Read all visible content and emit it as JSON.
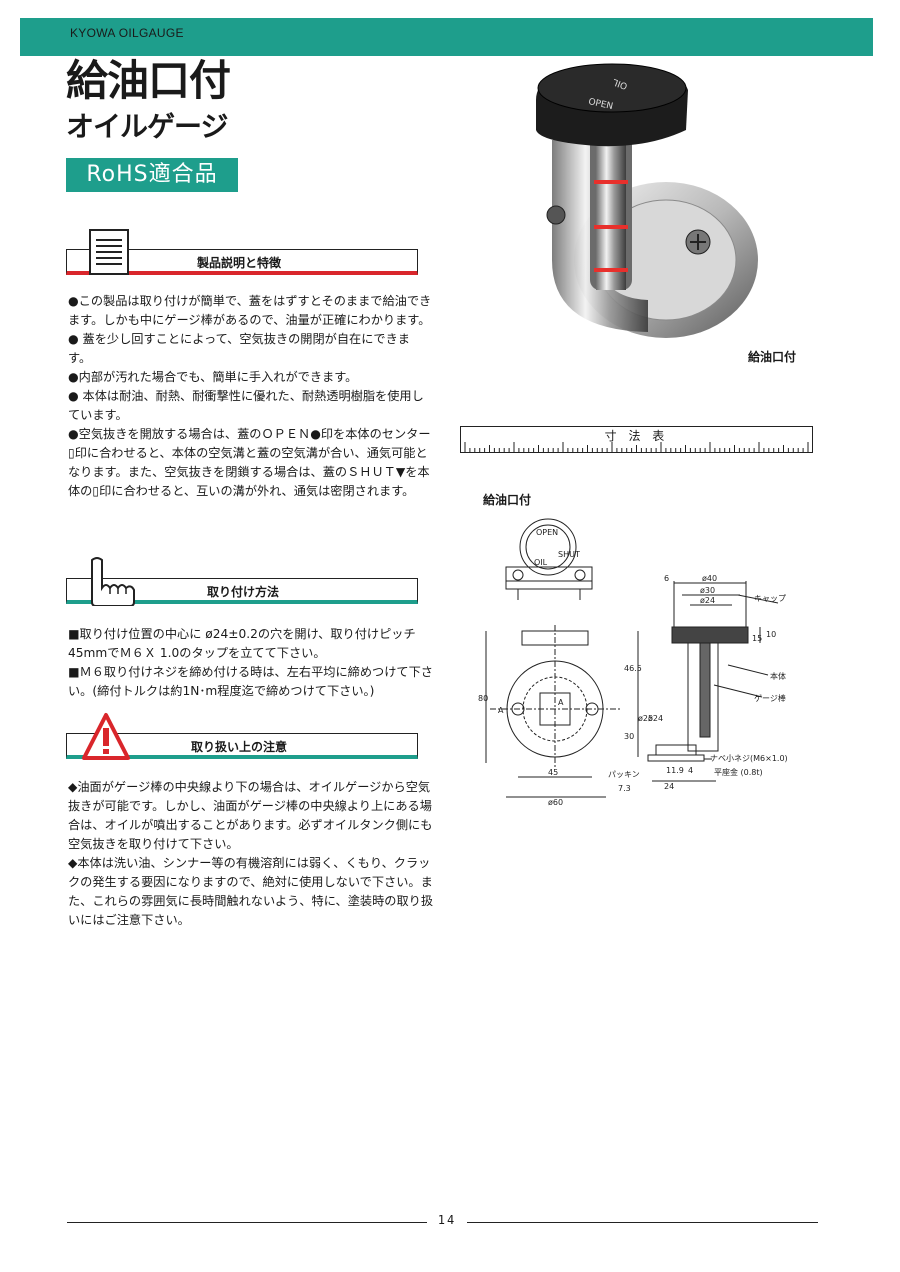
{
  "header": {
    "brand": "KYOWA OILGAUGE",
    "brand_color": "#1e9e8c"
  },
  "title": {
    "main": "給油口付",
    "sub": "オイルゲージ",
    "badge": "RoHS適合品"
  },
  "section1": {
    "heading": "製品説明と特徴",
    "icon": "document-icon",
    "items": [
      "●この製品は取り付けが簡単で、蓋をはずすとそのままで給油できます。しかも中にゲージ棒があるので、油量が正確にわかります。",
      "● 蓋を少し回すことによって、空気抜きの開閉が自在にできます。",
      "●内部が汚れた場合でも、簡単に手入れができます。",
      "● 本体は耐油、耐熱、耐衝撃性に優れた、耐熱透明樹脂を使用しています。",
      "●空気抜きを開放する場合は、蓋のＯＰＥＮ●印を本体のセンター▯印に合わせると、本体の空気溝と蓋の空気溝が合い、通気可能となります。また、空気抜きを閉鎖する場合は、蓋のＳＨＵＴ▼を本体の▯印に合わせると、互いの溝が外れ、通気は密閉されます。"
    ]
  },
  "section2": {
    "heading": "取り付け方法",
    "icon": "pointing-hand-icon",
    "items": [
      "■取り付け位置の中心に ø24±0.2の穴を開け、取り付けピッチ 45mmでＭ６Ｘ 1.0のタップを立てて下さい。",
      "■Ｍ６取り付けネジを締め付ける時は、左右平均に締めつけて下さい。(締付トルクは約1N･m程度迄で締めつけて下さい。)"
    ]
  },
  "section3": {
    "heading": "取り扱い上の注意",
    "icon": "warning-icon",
    "items": [
      "◆油面がゲージ棒の中央線より下の場合は、オイルゲージから空気抜きが可能です。しかし、油面がゲージ棒の中央線より上にある場合は、オイルが噴出することがあります。必ずオイルタンク側にも空気抜きを取り付けて下さい。",
      "◆本体は洗い油、シンナー等の有機溶剤には弱く、くもり、クラックの発生する要因になりますので、絶対に使用しないで下さい。また、これらの雰囲気に長時間触れないよう、特に、塗装時の取り扱いにはご注意下さい。"
    ]
  },
  "photo": {
    "caption": "給油口付",
    "cap_text_top": "OPEN",
    "cap_text_side": "OIL"
  },
  "dimensions": {
    "heading": "寸 法 表",
    "drawing_caption": "給油口付",
    "labels": {
      "d40": "ø40",
      "d30": "ø30",
      "d24_top": "ø24",
      "d6": "6",
      "cap": "キャップ",
      "h15": "15",
      "h10": "10",
      "body": "本体",
      "gauge": "ゲージ棒",
      "h465": "46.5",
      "h30": "30",
      "d25": "ø25",
      "d24": "ø24",
      "h80": "80",
      "a_left": "A",
      "a_center": "A",
      "w45": "45",
      "d60": "ø60",
      "screw": "ナベ小ネジ(M6×1.0)",
      "washer": "平座金 (0.8t)",
      "packing": "パッキン",
      "w73": "7.3",
      "w24": "24",
      "w119": "11.9",
      "w4": "4",
      "top_open": "OPEN",
      "top_shut": "SHUT",
      "top_oil": "OIL"
    }
  },
  "footer": {
    "page": "14"
  }
}
